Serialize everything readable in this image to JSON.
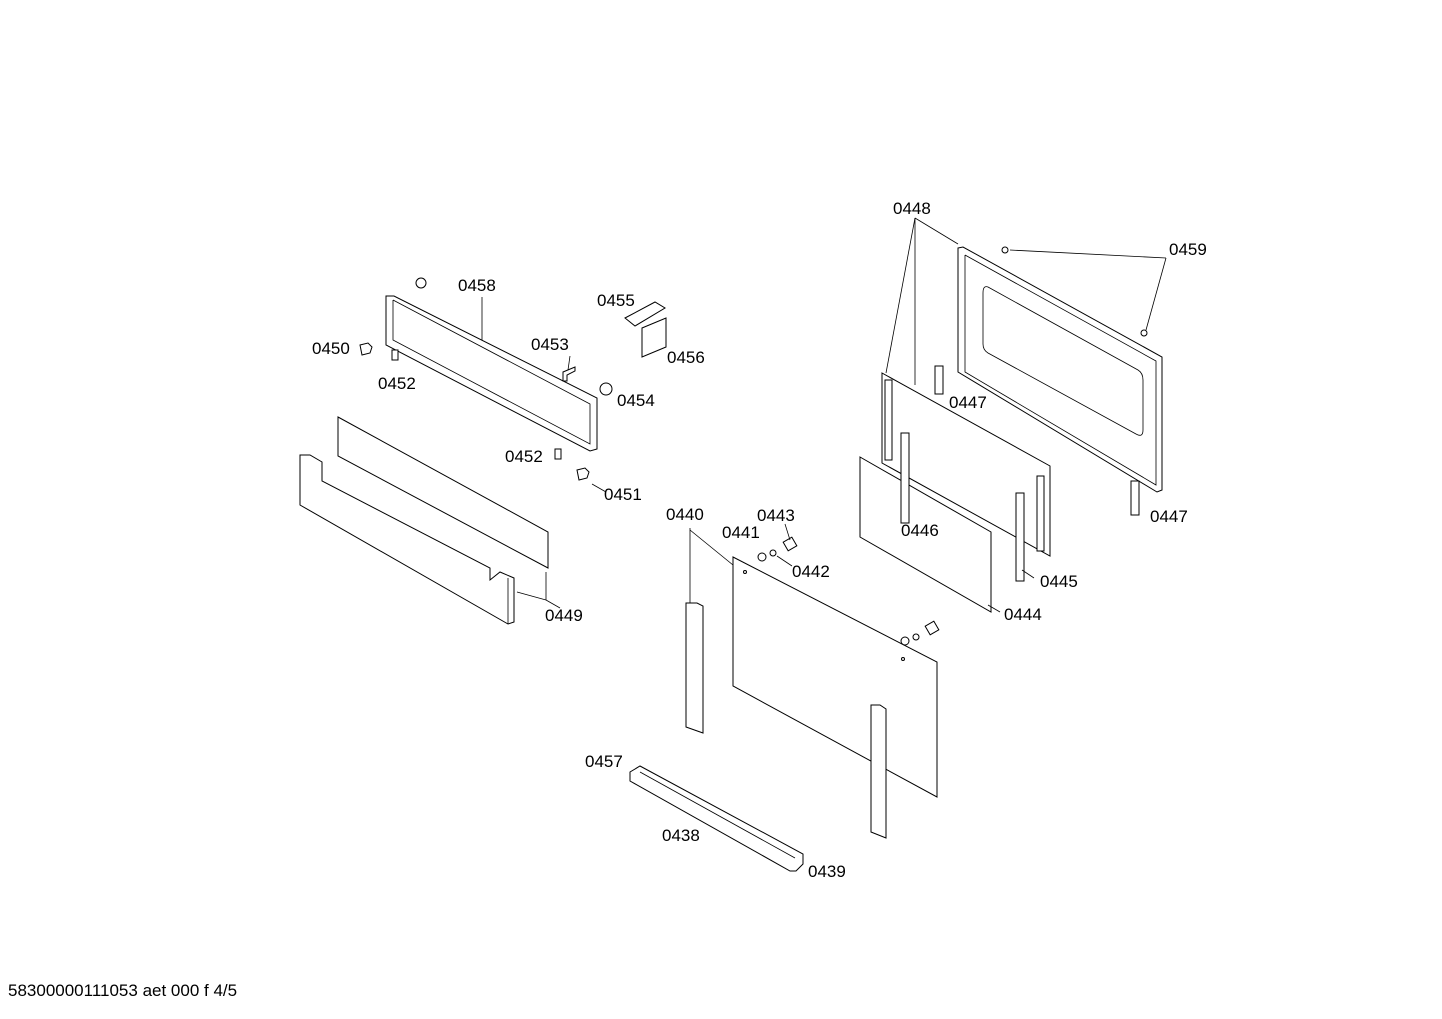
{
  "diagram": {
    "labels": {
      "p0438": "0438",
      "p0439": "0439",
      "p0440": "0440",
      "p0441": "0441",
      "p0442": "0442",
      "p0443": "0443",
      "p0444": "0444",
      "p0445": "0445",
      "p0446": "0446",
      "p0447a": "0447",
      "p0447b": "0447",
      "p0448": "0448",
      "p0449": "0449",
      "p0450": "0450",
      "p0451": "0451",
      "p0452a": "0452",
      "p0452b": "0452",
      "p0453": "0453",
      "p0454": "0454",
      "p0455": "0455",
      "p0456": "0456",
      "p0457": "0457",
      "p0458": "0458",
      "p0459": "0459"
    }
  },
  "footer": {
    "document_id": "58300000111053 aet 000 f 4/5"
  }
}
